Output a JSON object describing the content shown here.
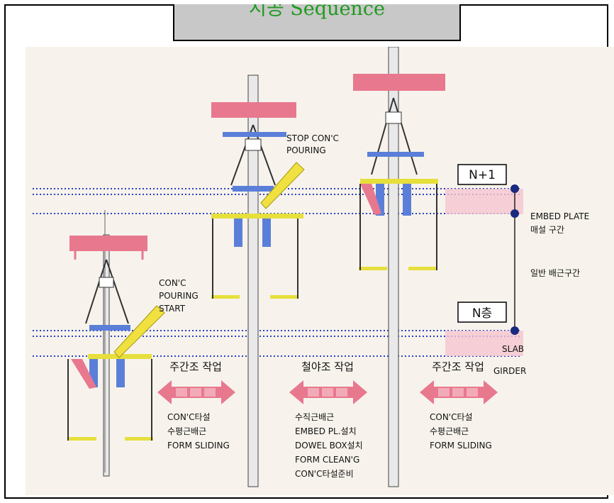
{
  "title": "시공 Sequence",
  "labels": {
    "stop_pouring": [
      "STOP CON'C",
      "POURING"
    ],
    "pouring_start": [
      "CON'C",
      "POURING",
      "START"
    ],
    "level_top": "N+1",
    "level_bottom": "N층",
    "embed_plate": [
      "EMBED PLATE",
      "매설 구간"
    ],
    "normal_zone": "일반 배근구간",
    "slab": "SLAB",
    "girder": "GIRDER"
  },
  "stages": [
    {
      "heading": "주간조 작업",
      "tasks": [
        "CON'C타설",
        "수평근배근",
        "FORM SLIDING"
      ]
    },
    {
      "heading": "철야조 작업",
      "tasks": [
        "수직근배근",
        "EMBED PL.설치",
        "DOWEL BOX설치",
        "FORM CLEAN'G",
        "CON'C타설준비"
      ]
    },
    {
      "heading": "주간조 작업",
      "tasks": [
        "CON'C타설",
        "수평근배근",
        "FORM SLIDING"
      ]
    }
  ],
  "colors": {
    "title_green": "#1f9a1f",
    "title_bg": "#c8c8c8",
    "pink": "#e8788e",
    "blue": "#5b7fd8",
    "yellow": "#e6df3c",
    "dotted_blue": "#2d3fc7",
    "arrow_yellow": "#f0e040",
    "paper": "#f7f3ec"
  }
}
